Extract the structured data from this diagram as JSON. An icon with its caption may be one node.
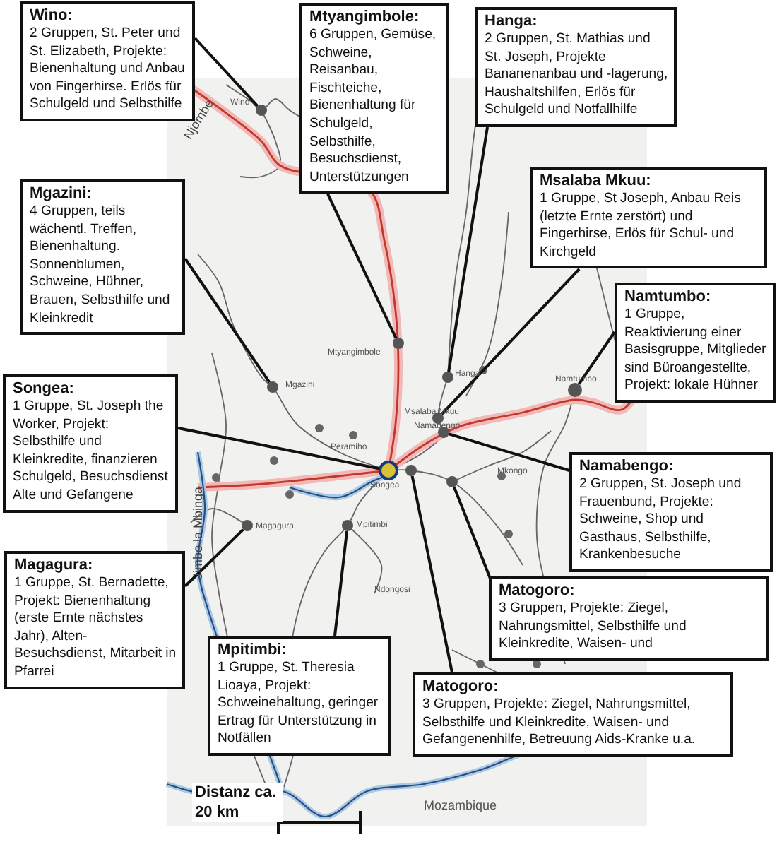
{
  "diagram": {
    "nodes": [
      {
        "text": [
          "Wino:",
          "2 Gruppen, St. Peter und St. Elizabeth, Projekte: Bienenhaltung und Anbau von Fingerhirse. Erlös für Schulgeld und Selbsthilfe"
        ]
      },
      {
        "text": [
          "Mtyangimbole:",
          "6 Gruppen, Gemüse, Schweine, Reisanbau, Fischteiche, Bienenhaltung für Schulgeld, Selbsthilfe, Besuchsdienst, Unterstützungen"
        ]
      },
      {
        "text": [
          "Hanga:",
          "2 Gruppen, St. Mathias und St. Joseph, Projekte Bananenanbau und -lagerung, Haushaltshilfen, Erlös für Schulgeld und Notfallhilfe"
        ]
      },
      {
        "text": [
          "Msalaba Mkuu:",
          "1 Gruppe, St Joseph, Anbau Reis (letzte Ernte zerstört) und Fingerhirse, Erlös für Schul- und Kirchgeld"
        ]
      },
      {
        "text": [
          "Mgazini:",
          "4 Gruppen, teils wächentl. Treffen, Bienenhaltung. Sonnenblumen, Schweine, Hühner, Brauen, Selbsthilfe und Kleinkredit"
        ]
      },
      {
        "text": [
          "Namtumbo:",
          "1 Gruppe, Reaktivierung einer Basisgruppe, Mitglieder sind Büroangestellte, Projekt: lokale Hühner"
        ]
      },
      {
        "text": [
          "Songea:",
          "1 Gruppe, St. Joseph the Worker, Projekt: Selbsthilfe und Kleinkredite, finanzieren Schulgeld, Besuchsdienst Alte und Gefangene"
        ]
      },
      {
        "text": [
          "Namabengo:",
          "2 Gruppen, St. Joseph und Frauenbund, Projekte: Schweine, Shop und Gasthaus, Selbsthilfe, Krankenbesuche"
        ]
      },
      {
        "text": [
          "Matogoro:",
          "3 Gruppen, Projekte: Ziegel, Nahrungsmittel, Selbsthilfe und Kleinkredite, Waisen- und"
        ]
      },
      {
        "text": [
          "Magagura:",
          "1 Gruppe, St. Bernadette, Projekt: Bienenhaltung (erste Ernte nächstes Jahr), Alten-Besuchsdienst, Mitarbeit in Pfarrei"
        ]
      },
      {
        "text": [
          "Mpitimbi:",
          "1 Gruppe, St. Theresia Lioaya, Projekt: Schweinehaltung, geringer Ertrag für Unterstützung in Notfällen"
        ]
      },
      {
        "text": [
          "Matogoro:",
          "3 Gruppen, Projekte: Ziegel, Nahrungsmittel, Selbsthilfe und Kleinkredite, Waisen- und Gefangenenhilfe, Betreuung Aids-Kranke u.a."
        ]
      },
      {
        "text": [],
        "shape": "circle"
      },
      {
        "text": [],
        "shape": "circle"
      },
      {
        "text": [],
        "shape": "circle"
      },
      {
        "text": [],
        "shape": "circle"
      },
      {
        "text": [],
        "shape": "circle"
      },
      {
        "text": [],
        "shape": "circle"
      },
      {
        "text": [],
        "shape": "circle"
      },
      {
        "text": [],
        "shape": "circle"
      },
      {
        "text": [],
        "shape": "circle"
      },
      {
        "text": [],
        "shape": "circle"
      },
      {
        "text": [],
        "shape": "circle"
      },
      {
        "text": [],
        "shape": "circle"
      }
    ],
    "edges": [
      {
        "from": 0,
        "to": 12,
        "arrow": "none"
      },
      {
        "from": 1,
        "to": 13,
        "arrow": "none"
      },
      {
        "from": 2,
        "to": 14,
        "arrow": "none"
      },
      {
        "from": 3,
        "to": 17,
        "arrow": "none"
      },
      {
        "from": 4,
        "to": 15,
        "arrow": "none"
      },
      {
        "from": 5,
        "to": 16,
        "arrow": "none"
      },
      {
        "from": 6,
        "to": 19,
        "arrow": "none"
      },
      {
        "from": 7,
        "to": 18,
        "arrow": "none"
      },
      {
        "from": 8,
        "to": 21,
        "arrow": "none"
      },
      {
        "from": 9,
        "to": 22,
        "arrow": "none"
      },
      {
        "from": 10,
        "to": 23,
        "arrow": "none"
      },
      {
        "from": 11,
        "to": 20,
        "arrow": "none"
      }
    ],
    "labels": [
      "Wino",
      "Njombe",
      "Mtyangimbole",
      "Hanga",
      "Mgazini",
      "Namtumbo",
      "Msalaba Mkuu",
      "Namabengo",
      "Peramiho",
      "Songea",
      "Mkongo",
      "Jimbo la Mbinga",
      "Magagura",
      "Mpitimbi",
      "Ndongosi",
      "Mozambique",
      "Distanz ca. 20 km"
    ]
  }
}
